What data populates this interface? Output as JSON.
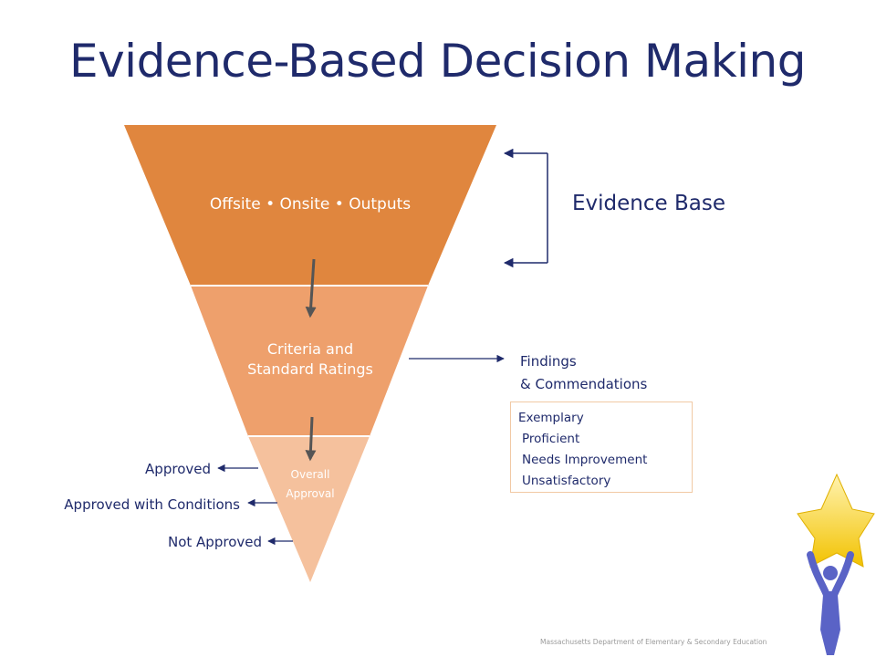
{
  "title": "Evidence-Based Decision Making",
  "funnel": {
    "tier1": "Offsite • Onsite • Outputs",
    "tier2_lines": [
      "Criteria and",
      "Standard Ratings"
    ],
    "tier3_lines": [
      "Overall",
      "Approval"
    ]
  },
  "evidence_base": "Evidence Base",
  "findings_lines": [
    "Findings",
    "& Commendations"
  ],
  "ratings": [
    "Exemplary",
    "Proficient",
    "Needs Improvement",
    "Unsatisfactory"
  ],
  "outcomes": [
    "Approved",
    "Approved with Conditions",
    "Not Approved"
  ],
  "footer": "Massachusetts Department of Elementary & Secondary Education",
  "colors": {
    "tier1": "#e0863e",
    "tier2": "#eea06c",
    "tier3": "#f5c19d",
    "navy": "#1f2a6b"
  }
}
